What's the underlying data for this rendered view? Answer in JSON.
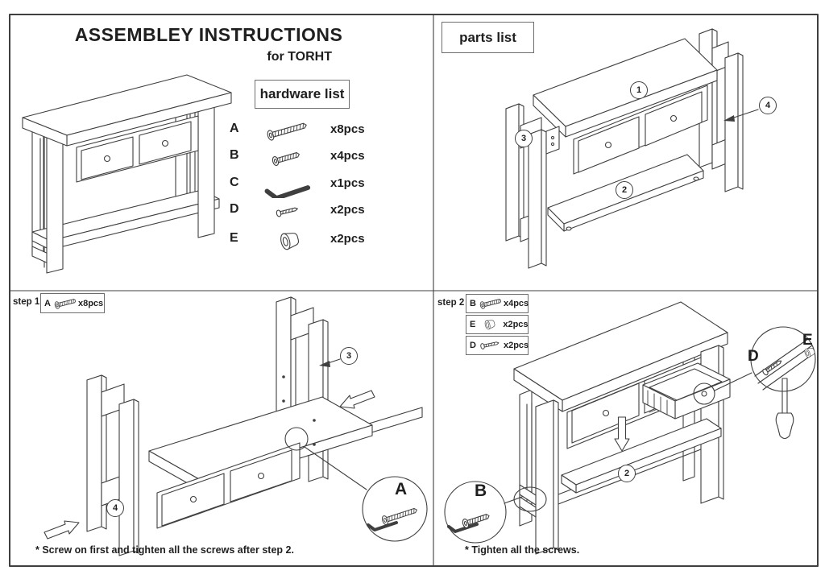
{
  "colors": {
    "background": "#ffffff",
    "line": "#3f3f3f",
    "text": "#1f1f1f",
    "box_border": "#6e6e6e"
  },
  "header": {
    "title": "ASSEMBLEY INSTRUCTIONS",
    "subtitle": "for TORHT"
  },
  "hardware_list": {
    "label": "hardware list",
    "items": [
      {
        "letter": "A",
        "icon": "long-bolt-icon",
        "qty": "x8pcs"
      },
      {
        "letter": "B",
        "icon": "short-bolt-icon",
        "qty": "x4pcs"
      },
      {
        "letter": "C",
        "icon": "allen-key-icon",
        "qty": "x1pcs"
      },
      {
        "letter": "D",
        "icon": "small-screw-icon",
        "qty": "x2pcs"
      },
      {
        "letter": "E",
        "icon": "foot-cap-icon",
        "qty": "x2pcs"
      }
    ]
  },
  "parts_list": {
    "label": "parts list",
    "parts": [
      {
        "number": "1"
      },
      {
        "number": "2"
      },
      {
        "number": "3"
      },
      {
        "number": "4"
      }
    ]
  },
  "step1": {
    "label": "step 1 .",
    "hardware": [
      {
        "letter": "A",
        "icon": "long-bolt-icon",
        "qty": "x8pcs"
      }
    ],
    "callout_letter": "A",
    "part_refs": {
      "p3": "3",
      "p4": "4"
    },
    "footnote": "* Screw on first and tighten all the screws after step 2."
  },
  "step2": {
    "label": "step 2 .",
    "hardware": [
      {
        "letter": "B",
        "icon": "short-bolt-icon",
        "qty": "x4pcs"
      },
      {
        "letter": "E",
        "icon": "foot-cap-icon",
        "qty": "x2pcs"
      },
      {
        "letter": "D",
        "icon": "small-screw-icon",
        "qty": "x2pcs"
      }
    ],
    "callout_letters": {
      "b": "B",
      "d": "D",
      "e": "E"
    },
    "part_refs": {
      "p2": "2"
    },
    "footnote": "* Tighten all the screws."
  }
}
